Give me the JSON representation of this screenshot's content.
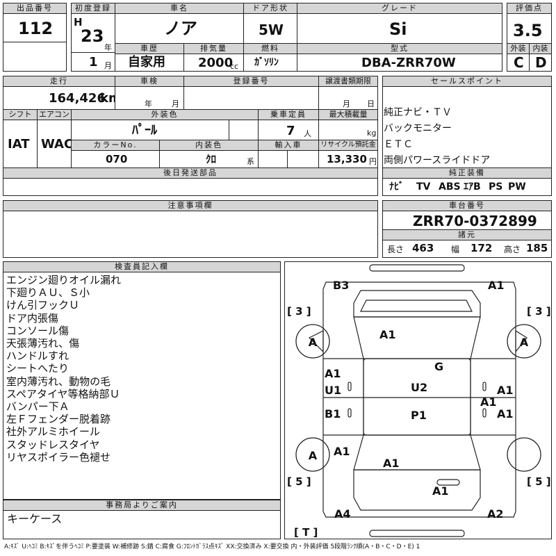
{
  "vehicle": {
    "lot_label": "出品番号",
    "lot_value": "112",
    "first_reg_label": "初度登録",
    "era": "H",
    "year": "23",
    "year_unit": "年",
    "month": "1",
    "month_unit": "月",
    "name_label": "車名",
    "name_value": "ノア",
    "door_label": "ドア形状",
    "door_value": "5W",
    "grade_label": "グレード",
    "grade_value": "Si",
    "score_label": "評価点",
    "score_value": "3.5",
    "exterior_label": "外装",
    "exterior_value": "C",
    "interior_label": "内装",
    "interior_value": "D",
    "history_label": "車歴",
    "history_value": "自家用",
    "displacement_label": "排気量",
    "displacement_value": "2000",
    "displacement_unit": "cc",
    "fuel_label": "燃料",
    "fuel_value": "ｶﾞｿﾘﾝ",
    "model_label": "型式",
    "model_value": "DBA-ZRR70W"
  },
  "row2": {
    "mileage_label": "走行",
    "mileage_value": "164,426",
    "mileage_unit": "km",
    "inspection_label": "車検",
    "inspection_year": "年",
    "inspection_month": "月",
    "registration_label": "登録番号",
    "transfer_label": "譲渡書類期限",
    "transfer_month": "月",
    "transfer_day": "日",
    "shift_label": "シフト",
    "shift_value": "IAT",
    "aircon_label": "エアコン",
    "aircon_value": "WAC",
    "ext_color_label": "外装色",
    "ext_color_value": "ﾊﾟｰﾙ",
    "capacity_label": "乗車定員",
    "capacity_value": "7",
    "capacity_unit": "人",
    "load_label": "最大積載量",
    "load_unit": "kg",
    "color_no_label": "カラーNo.",
    "color_no_value": "070",
    "int_color_label": "内装色",
    "int_color_value": "ｸﾛ",
    "int_color_unit": "系",
    "import_label": "輸入車",
    "recycle_label": "リサイクル預託金",
    "recycle_value": "13,330",
    "recycle_unit": "円",
    "later_parts_label": "後日発送部品"
  },
  "sales": {
    "label": "セールスポイント",
    "points": [
      "純正ナビ・ＴＶ",
      "バックモニター",
      "ＥＴＣ",
      "両側パワースライドドア"
    ]
  },
  "equipment": {
    "label": "純正装備",
    "items": [
      "ﾅﾋﾞ",
      "TV",
      "ABS",
      "ｴｱB",
      "PS",
      "PW"
    ]
  },
  "caution": {
    "label": "注意事項欄"
  },
  "chassis": {
    "label": "車台番号",
    "value": "ZRR70-0372899",
    "spec_label": "諸元",
    "length_label": "長さ",
    "length_value": "463",
    "width_label": "幅",
    "width_value": "172",
    "height_label": "高さ",
    "height_value": "185"
  },
  "inspector": {
    "label": "検査員記入欄",
    "notes": [
      "エンジン廻りオイル漏れ",
      "下廻りＡＵ、Ｓ小",
      "けん引フックＵ",
      "ドア内張傷",
      "コンソール傷",
      "天張薄汚れ、傷",
      "ハンドルすれ",
      "シートへたり",
      "室内薄汚れ、動物の毛",
      "スペアタイヤ等格納部Ｕ",
      "バンパー下Ａ",
      "左Ｆフェンダー脱着跡",
      "社外アルミホイール",
      "スタッドレスタイヤ",
      "リヤスポイラー色褪せ"
    ]
  },
  "office": {
    "label": "事務局よりご案内",
    "note": "キーケース"
  },
  "diagram": {
    "marks": [
      "B3",
      "A1",
      "A1",
      "G",
      "A1",
      "U1",
      "U2",
      "A1",
      "A1",
      "A1",
      "B1",
      "P1",
      "A1",
      "A1",
      "A1",
      "A4",
      "A2"
    ],
    "wheels": [
      "A",
      "A",
      "A"
    ],
    "brackets": [
      "[ 3 ]",
      "[ 3 ]",
      "[ 5 ]",
      "[ 5 ]",
      "[ T ]"
    ]
  },
  "legend": "A:ｷｽﾞ U:ﾍｺﾐ B:ｷｽﾞを伴うﾍｺﾐ P:要塗装 W:補修跡 S:錆 C:腐食 G:ﾌﾛﾝﾄｶﾞﾗｽ点ｷｽﾞ XX:交換済み X:要交換 内・外装評価 5段階ﾗﾝｸ順(A・B・C・D・E) 1"
}
